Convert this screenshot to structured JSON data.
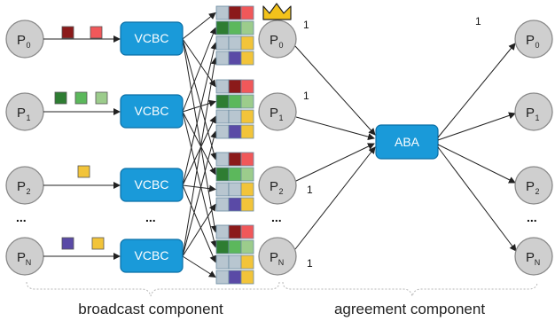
{
  "colors": {
    "node_fill": "#cfcfcf",
    "box_fill": "#1a9ad9",
    "crown": "#f2c21b",
    "red_dark": "#8b1a1a",
    "red_light": "#f0585a",
    "green_dark": "#2e7d32",
    "green_mid": "#5cb85c",
    "green_light": "#9ccc8c",
    "yellow": "#f2c43a",
    "purple": "#5a4aa6",
    "grey_blue": "#b8c6d0"
  },
  "left_nodes": [
    {
      "label": "P",
      "sub": "0"
    },
    {
      "label": "P",
      "sub": "1"
    },
    {
      "label": "P",
      "sub": "2"
    },
    {
      "label": "P",
      "sub": "N"
    }
  ],
  "mid_nodes": [
    {
      "label": "P",
      "sub": "0",
      "crown": true,
      "vote": "1"
    },
    {
      "label": "P",
      "sub": "1",
      "crown": false,
      "vote": "1"
    },
    {
      "label": "P",
      "sub": "2",
      "crown": false,
      "vote": "1"
    },
    {
      "label": "P",
      "sub": "N",
      "crown": false,
      "vote": "1"
    }
  ],
  "right_nodes": [
    {
      "label": "P",
      "sub": "0"
    },
    {
      "label": "P",
      "sub": "1"
    },
    {
      "label": "P",
      "sub": "2"
    },
    {
      "label": "P",
      "sub": "N"
    }
  ],
  "vcbc_label": "VCBC",
  "aba_label": "ABA",
  "ellipsis": "...",
  "output_vote": "1",
  "inputs": [
    [
      "red_dark",
      "red_light"
    ],
    [
      "green_dark",
      "green_mid",
      "green_light"
    ],
    [
      "yellow"
    ],
    [
      "purple",
      "yellow"
    ]
  ],
  "sections": {
    "broadcast": "broadcast component",
    "agreement": "agreement component"
  }
}
